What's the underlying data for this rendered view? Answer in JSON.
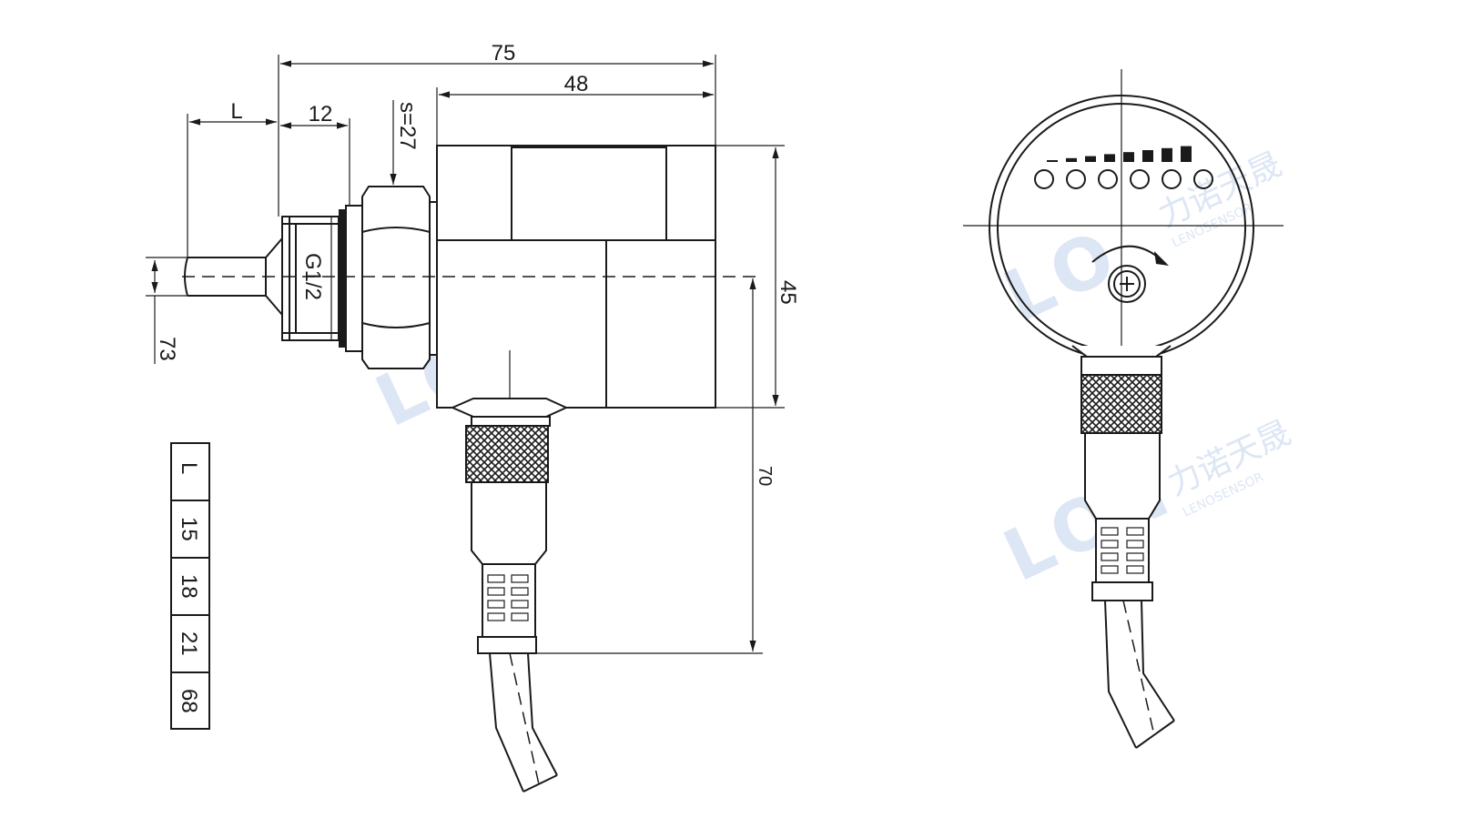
{
  "dimensions": {
    "overall_length": "75",
    "body_length": "48",
    "probe_length_symbol": "L",
    "thread_length": "12",
    "wrench_size": "s=27",
    "thread_spec": "G1/2",
    "probe_diameter": "73",
    "body_height": "45",
    "connector_height": "70"
  },
  "length_table": {
    "header": "L",
    "values": [
      "15",
      "18",
      "21",
      "68"
    ]
  },
  "watermark": {
    "brand_cn": "力诺天晟",
    "brand_en": "LENOSENSOR"
  },
  "front_view": {
    "led_count": 6,
    "bar_levels": 8
  },
  "colors": {
    "line": "#1a1a1a",
    "watermark": "#dde6f5",
    "background": "#ffffff"
  }
}
